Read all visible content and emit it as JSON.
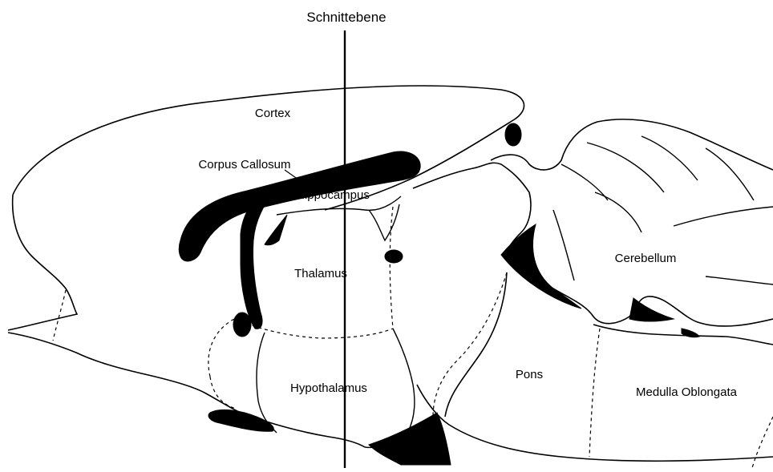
{
  "diagram": {
    "title": "Schnittebene",
    "regions": {
      "cortex": "Cortex",
      "corpus_callosum": "Corpus Callosum",
      "hippocampus": "Hippocampus",
      "thalamus": "Thalamus",
      "cerebellum": "Cerebellum",
      "hypothalamus": "Hypothalamus",
      "pons": "Pons",
      "medulla": "Medulla Oblongata"
    }
  },
  "colors": {
    "ink": "#000000",
    "background": "#ffffff"
  }
}
